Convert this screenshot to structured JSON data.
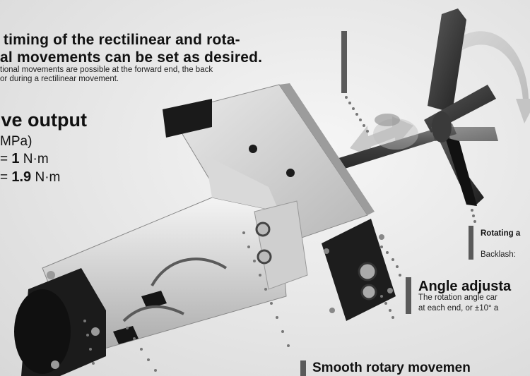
{
  "timing": {
    "heading_line1": "e timing of the rectilinear and rota-",
    "heading_line2": "nal movements can be set as desired.",
    "sub_line1": "tional movements are possible at the forward end, the back",
    "sub_line2": "or during a rectilinear movement."
  },
  "drive": {
    "heading": "ive output",
    "unit": "MPa)",
    "value1_prefix": "= ",
    "value1": "1",
    "value1_unit": " N·m",
    "value2_prefix": "= ",
    "value2": "1.9",
    "value2_unit": " N·m"
  },
  "rotating": {
    "label": "Rotating a",
    "backlash": "Backlash: "
  },
  "angle": {
    "heading": "Angle adjusta",
    "sub_line1": "The rotation angle car",
    "sub_line2": "at each end, or ±10° a"
  },
  "smooth": {
    "heading": "Smooth rotary movemen"
  },
  "colors": {
    "accent_bar": "#5a5a5a",
    "background": "#e9e9e9",
    "dots": "#777777"
  }
}
